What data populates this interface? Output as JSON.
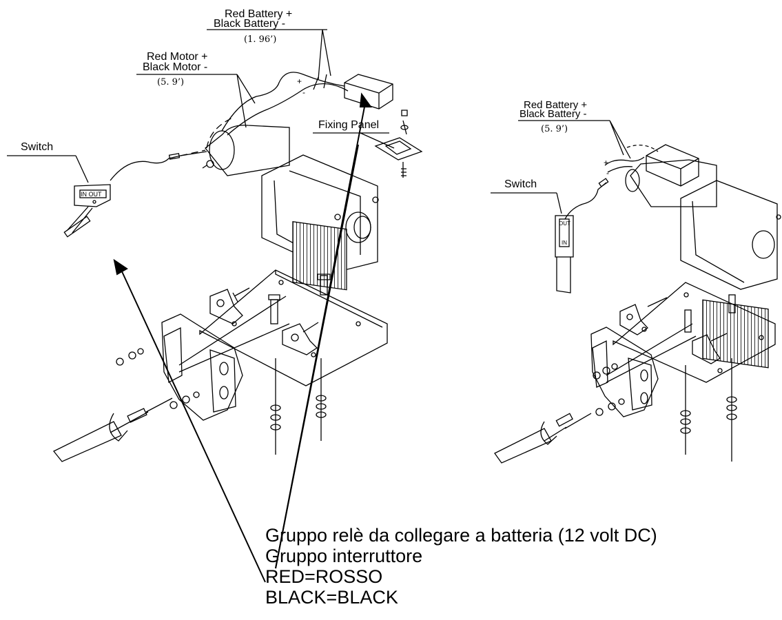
{
  "left_diagram": {
    "battery_label_1": "Red Battery +",
    "battery_label_2": "Black Battery -",
    "battery_length": "(1. 96’)",
    "motor_label_1": "Red Motor +",
    "motor_label_2": "Black Motor -",
    "motor_length": "(5. 9’)",
    "switch_label": "Switch",
    "switch_face": "IN  OUT",
    "fixing_panel_label": "Fixing Panel",
    "plus_sign": "+",
    "minus_sign": "-"
  },
  "right_diagram": {
    "battery_label_1": "Red Battery +",
    "battery_label_2": "Black Battery -",
    "battery_length": "(5. 9’)",
    "switch_label": "Switch",
    "switch_out": "OUT",
    "switch_in": "IN",
    "plus_sign": "+",
    "minus_sign": "-"
  },
  "notes": {
    "line1": "Gruppo relè da collegare a batteria (12 volt DC)",
    "line2": "Gruppo interruttore",
    "line3": "RED=ROSSO",
    "line4": "BLACK=BLACK"
  }
}
